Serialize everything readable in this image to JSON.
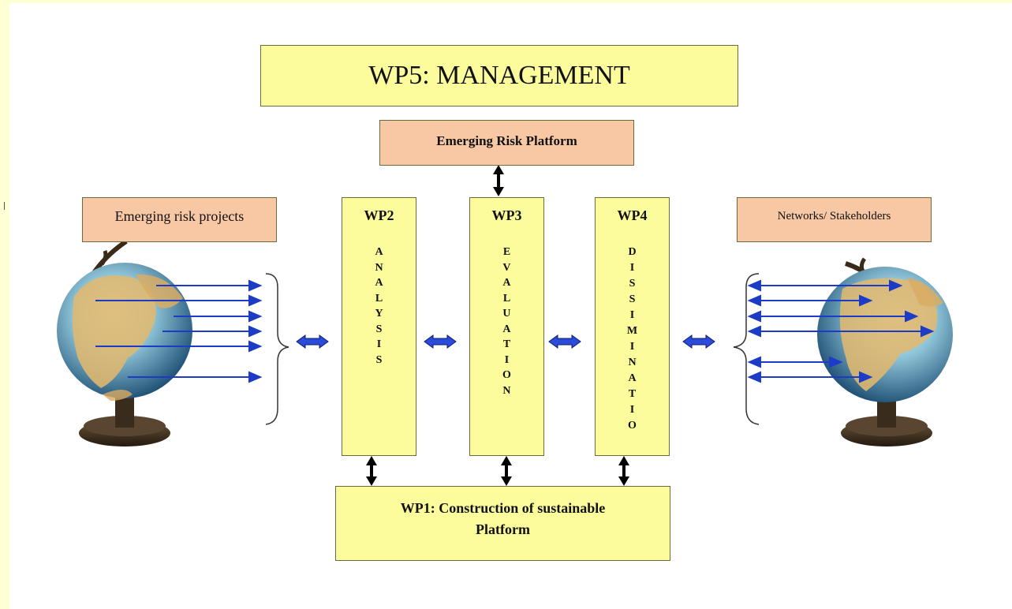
{
  "title": "WP5: MANAGEMENT",
  "platform": "Emerging Risk Platform",
  "left_label": "Emerging risk projects",
  "right_label": "Networks/ Stakeholders",
  "wp2": {
    "title": "WP2",
    "letters": [
      "A",
      "N",
      "A",
      "L",
      "Y",
      "S",
      "I",
      "S"
    ]
  },
  "wp3": {
    "title": "WP3",
    "letters": [
      "E",
      "V",
      "A",
      "L",
      "U",
      "A",
      "T",
      "I",
      "O",
      "N"
    ]
  },
  "wp4": {
    "title": "WP4",
    "letters": [
      "D",
      "I",
      "S",
      "S",
      "I",
      "M",
      "I",
      "N",
      "A",
      "T",
      "I",
      "O"
    ]
  },
  "wp1": {
    "line1": "WP1: Construction of sustainable",
    "line2": "Platform"
  },
  "colors": {
    "page_background": "#ffffd4",
    "box_yellow": "#fcfc9c",
    "box_salmon": "#f8c8a4",
    "arrow_blue": "#1c3cc8",
    "arrow_black": "#000000"
  }
}
